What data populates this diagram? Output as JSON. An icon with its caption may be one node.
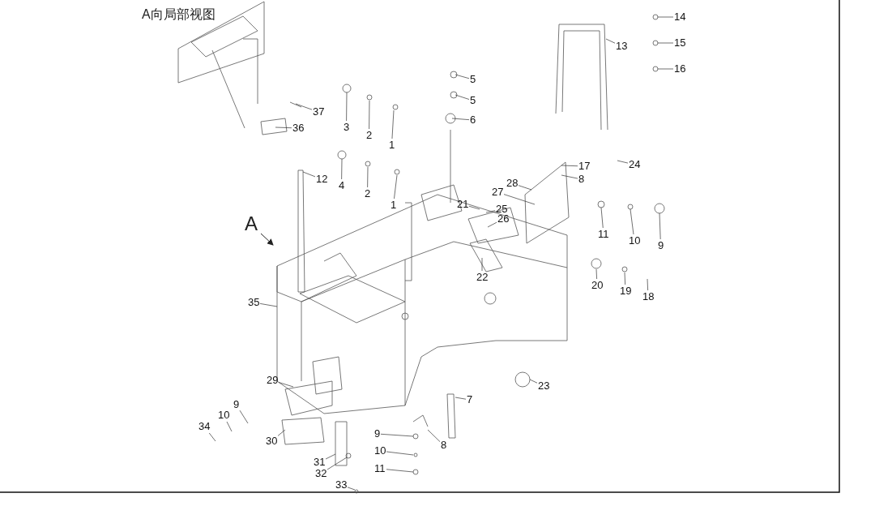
{
  "diagram": {
    "nodes": [
      {
        "text": [
          "14"
        ]
      },
      {
        "text": [
          "13"
        ]
      },
      {
        "text": [
          "15"
        ]
      },
      {
        "text": [
          "16"
        ]
      },
      {
        "text": [
          "5"
        ]
      },
      {
        "text": [
          "5"
        ]
      },
      {
        "text": [
          "37"
        ]
      },
      {
        "text": [
          "6"
        ]
      },
      {
        "text": [
          "36"
        ]
      },
      {
        "text": [
          "3"
        ]
      },
      {
        "text": [
          "2"
        ]
      },
      {
        "text": [
          "1"
        ]
      },
      {
        "text": [
          "4"
        ]
      },
      {
        "text": [
          "12"
        ]
      },
      {
        "text": [
          "2"
        ]
      },
      {
        "text": [
          "17"
        ]
      },
      {
        "text": [
          "8"
        ]
      },
      {
        "text": [
          "28"
        ]
      },
      {
        "text": [
          "27"
        ]
      },
      {
        "text": [
          "24"
        ]
      },
      {
        "text": [
          "1"
        ]
      },
      {
        "text": [
          "21"
        ]
      },
      {
        "text": [
          "25"
        ]
      },
      {
        "text": [
          "26"
        ]
      },
      {
        "text": [
          "11"
        ]
      },
      {
        "text": [
          "10"
        ]
      },
      {
        "text": [
          "9"
        ]
      },
      {
        "text": [
          "22"
        ]
      },
      {
        "text": [
          "20"
        ]
      },
      {
        "text": [
          "19"
        ]
      },
      {
        "text": [
          "18"
        ]
      },
      {
        "text": [
          "35"
        ]
      },
      {
        "text": [
          "29"
        ]
      },
      {
        "text": [
          "23"
        ]
      },
      {
        "text": [
          "7"
        ]
      },
      {
        "text": [
          "9"
        ]
      },
      {
        "text": [
          "10"
        ]
      },
      {
        "text": [
          "34"
        ]
      },
      {
        "text": [
          "9"
        ]
      },
      {
        "text": [
          "8"
        ]
      },
      {
        "text": [
          "30"
        ]
      },
      {
        "text": [
          "10"
        ]
      },
      {
        "text": [
          "31"
        ]
      },
      {
        "text": [
          "11"
        ]
      },
      {
        "text": [
          "32"
        ]
      },
      {
        "text": [
          "33"
        ]
      }
    ],
    "edges": [
      {
        "from": 0,
        "to": null,
        "arrow": "none"
      },
      {
        "from": 1,
        "to": null,
        "arrow": "none"
      },
      {
        "from": 2,
        "to": null,
        "arrow": "none"
      },
      {
        "from": 3,
        "to": null,
        "arrow": "none"
      },
      {
        "from": 4,
        "to": null,
        "arrow": "none"
      },
      {
        "from": 5,
        "to": null,
        "arrow": "none"
      },
      {
        "from": 6,
        "to": null,
        "arrow": "none"
      },
      {
        "from": 7,
        "to": null,
        "arrow": "none"
      },
      {
        "from": 8,
        "to": null,
        "arrow": "none"
      },
      {
        "from": 9,
        "to": null,
        "arrow": "none"
      },
      {
        "from": 10,
        "to": null,
        "arrow": "none"
      },
      {
        "from": 11,
        "to": null,
        "arrow": "none"
      },
      {
        "from": 12,
        "to": null,
        "arrow": "none"
      },
      {
        "from": 13,
        "to": null,
        "arrow": "none"
      },
      {
        "from": 14,
        "to": null,
        "arrow": "none"
      },
      {
        "from": 15,
        "to": null,
        "arrow": "none"
      },
      {
        "from": 16,
        "to": null,
        "arrow": "none"
      },
      {
        "from": 17,
        "to": null,
        "arrow": "none"
      },
      {
        "from": 18,
        "to": null,
        "arrow": "none"
      },
      {
        "from": 19,
        "to": null,
        "arrow": "none"
      },
      {
        "from": 20,
        "to": null,
        "arrow": "none"
      },
      {
        "from": 21,
        "to": null,
        "arrow": "none"
      },
      {
        "from": 22,
        "to": null,
        "arrow": "none"
      },
      {
        "from": 23,
        "to": null,
        "arrow": "none"
      },
      {
        "from": 24,
        "to": null,
        "arrow": "none"
      },
      {
        "from": 25,
        "to": null,
        "arrow": "none"
      },
      {
        "from": 26,
        "to": null,
        "arrow": "none"
      },
      {
        "from": 27,
        "to": null,
        "arrow": "none"
      },
      {
        "from": 28,
        "to": null,
        "arrow": "none"
      },
      {
        "from": 29,
        "to": null,
        "arrow": "none"
      },
      {
        "from": 30,
        "to": null,
        "arrow": "none"
      },
      {
        "from": 31,
        "to": null,
        "arrow": "none"
      },
      {
        "from": 32,
        "to": null,
        "arrow": "none"
      },
      {
        "from": 33,
        "to": null,
        "arrow": "none"
      },
      {
        "from": 34,
        "to": null,
        "arrow": "none"
      },
      {
        "from": 35,
        "to": null,
        "arrow": "none"
      },
      {
        "from": 36,
        "to": null,
        "arrow": "none"
      },
      {
        "from": 37,
        "to": null,
        "arrow": "none"
      },
      {
        "from": 38,
        "to": null,
        "arrow": "none"
      },
      {
        "from": 39,
        "to": null,
        "arrow": "none"
      },
      {
        "from": 40,
        "to": null,
        "arrow": "none"
      },
      {
        "from": 41,
        "to": null,
        "arrow": "none"
      },
      {
        "from": 42,
        "to": null,
        "arrow": "none"
      },
      {
        "from": 43,
        "to": null,
        "arrow": "none"
      },
      {
        "from": 44,
        "to": null,
        "arrow": "none"
      },
      {
        "from": 45,
        "to": null,
        "arrow": "none"
      }
    ],
    "labels": [
      "A向局部视图",
      "A"
    ]
  }
}
